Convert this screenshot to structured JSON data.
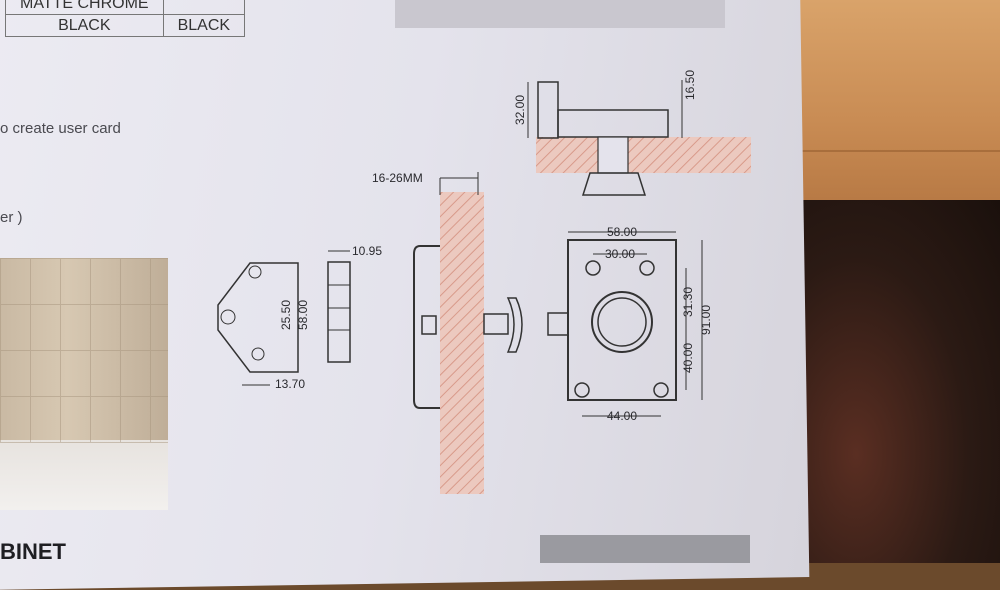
{
  "finish_table": {
    "row1": [
      "MATTE CHROME",
      ""
    ],
    "row2": [
      "BLACK",
      "BLACK"
    ]
  },
  "side_text": {
    "line1": "o create user card",
    "line2": "er )"
  },
  "bottom_heading": "BINET",
  "dimensions": {
    "d16_26": "16-26MM",
    "d10_95": "10.95",
    "d13_70": "13.70",
    "d25_50": "25.50",
    "d58_left": "58.00",
    "d32": "32.00",
    "d16_50": "16.50",
    "d58_top": "58.00",
    "d30": "30.00",
    "d31_30": "31.30",
    "d40": "40.00",
    "d91": "91.00",
    "d44": "44.00"
  }
}
